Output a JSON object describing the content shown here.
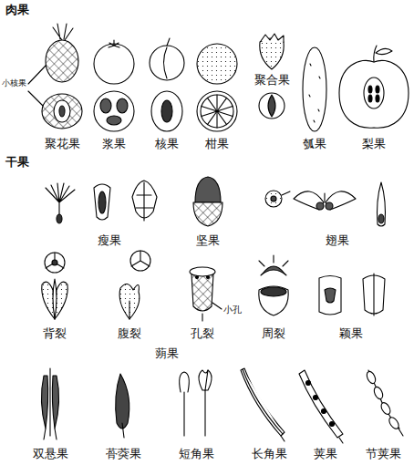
{
  "diagram": {
    "labels": [
      "肉果",
      "小核果",
      "聚花果",
      "浆果",
      "核果",
      "柑果",
      "聚合果",
      "瓠果",
      "梨果",
      "干果",
      "瘦果",
      "坚果",
      "翅果",
      "背裂",
      "腹裂",
      "孔裂",
      "小孔",
      "周裂",
      "颖果",
      "蒴果",
      "双悬果",
      "蓇葖果",
      "短角果",
      "长角果",
      "荚果",
      "节荚果"
    ]
  }
}
